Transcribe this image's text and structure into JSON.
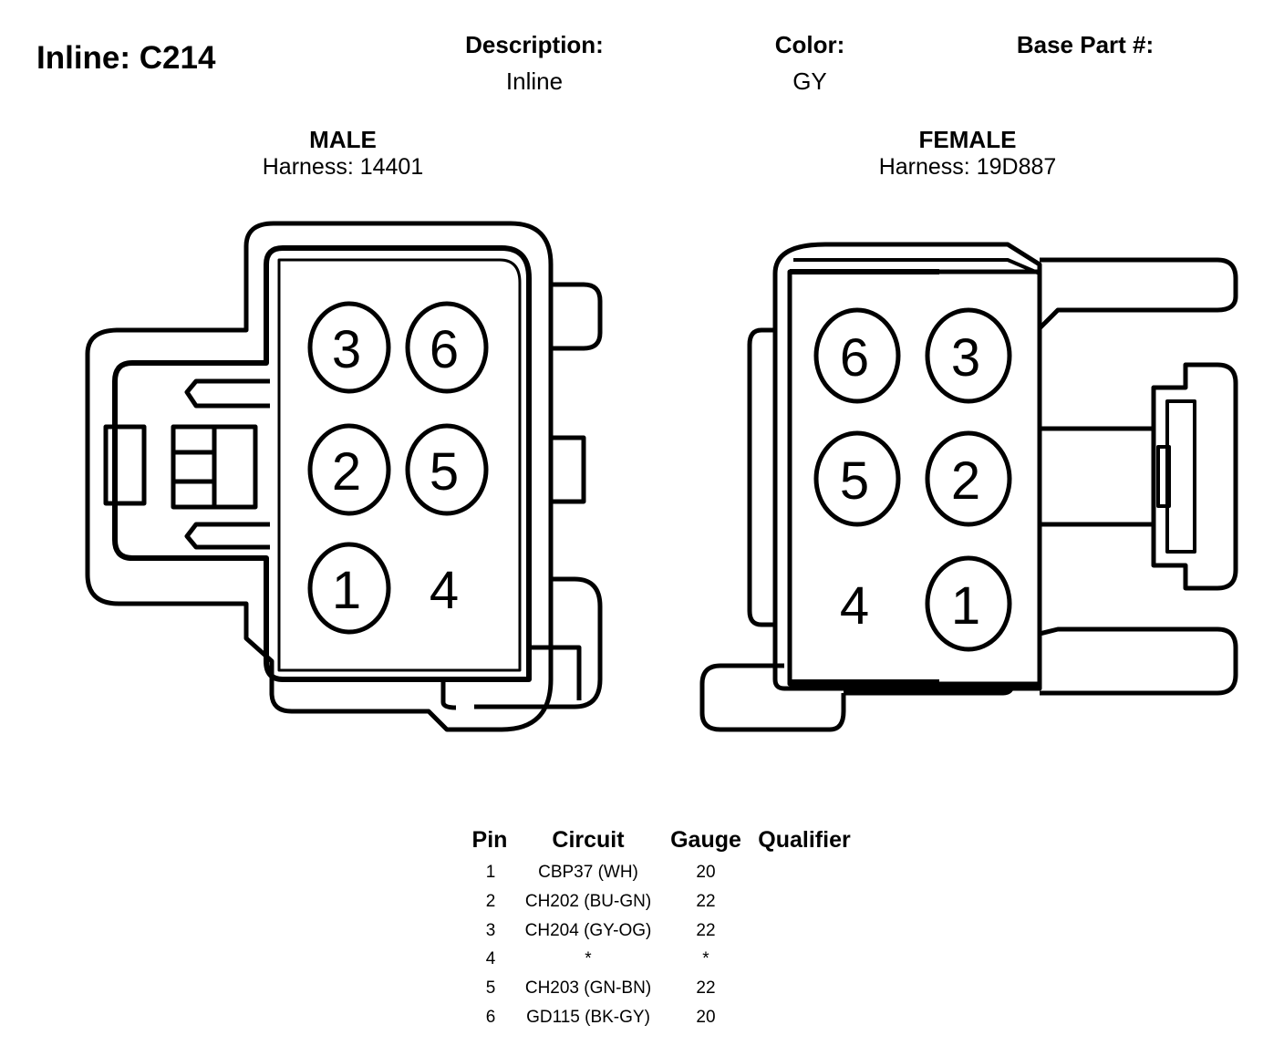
{
  "header": {
    "title": "Inline: C214",
    "description_label": "Description:",
    "description_value": "Inline",
    "color_label": "Color:",
    "color_value": "GY",
    "base_part_label": "Base Part #:",
    "base_part_value": ""
  },
  "male": {
    "label": "MALE",
    "harness": "Harness: 14401",
    "pins": [
      "3",
      "6",
      "2",
      "5",
      "1",
      "4"
    ]
  },
  "female": {
    "label": "FEMALE",
    "harness": "Harness: 19D887",
    "pins": [
      "6",
      "3",
      "5",
      "2",
      "4",
      "1"
    ]
  },
  "table": {
    "headers": {
      "pin": "Pin",
      "circuit": "Circuit",
      "gauge": "Gauge",
      "qualifier": "Qualifier"
    },
    "rows": [
      {
        "pin": "1",
        "circuit": "CBP37 (WH)",
        "gauge": "20"
      },
      {
        "pin": "2",
        "circuit": "CH202 (BU-GN)",
        "gauge": "22"
      },
      {
        "pin": "3",
        "circuit": "CH204 (GY-OG)",
        "gauge": "22"
      },
      {
        "pin": "4",
        "circuit": "*",
        "gauge": "*"
      },
      {
        "pin": "5",
        "circuit": "CH203 (GN-BN)",
        "gauge": "22"
      },
      {
        "pin": "6",
        "circuit": "GD115 (BK-GY)",
        "gauge": "20"
      }
    ]
  }
}
